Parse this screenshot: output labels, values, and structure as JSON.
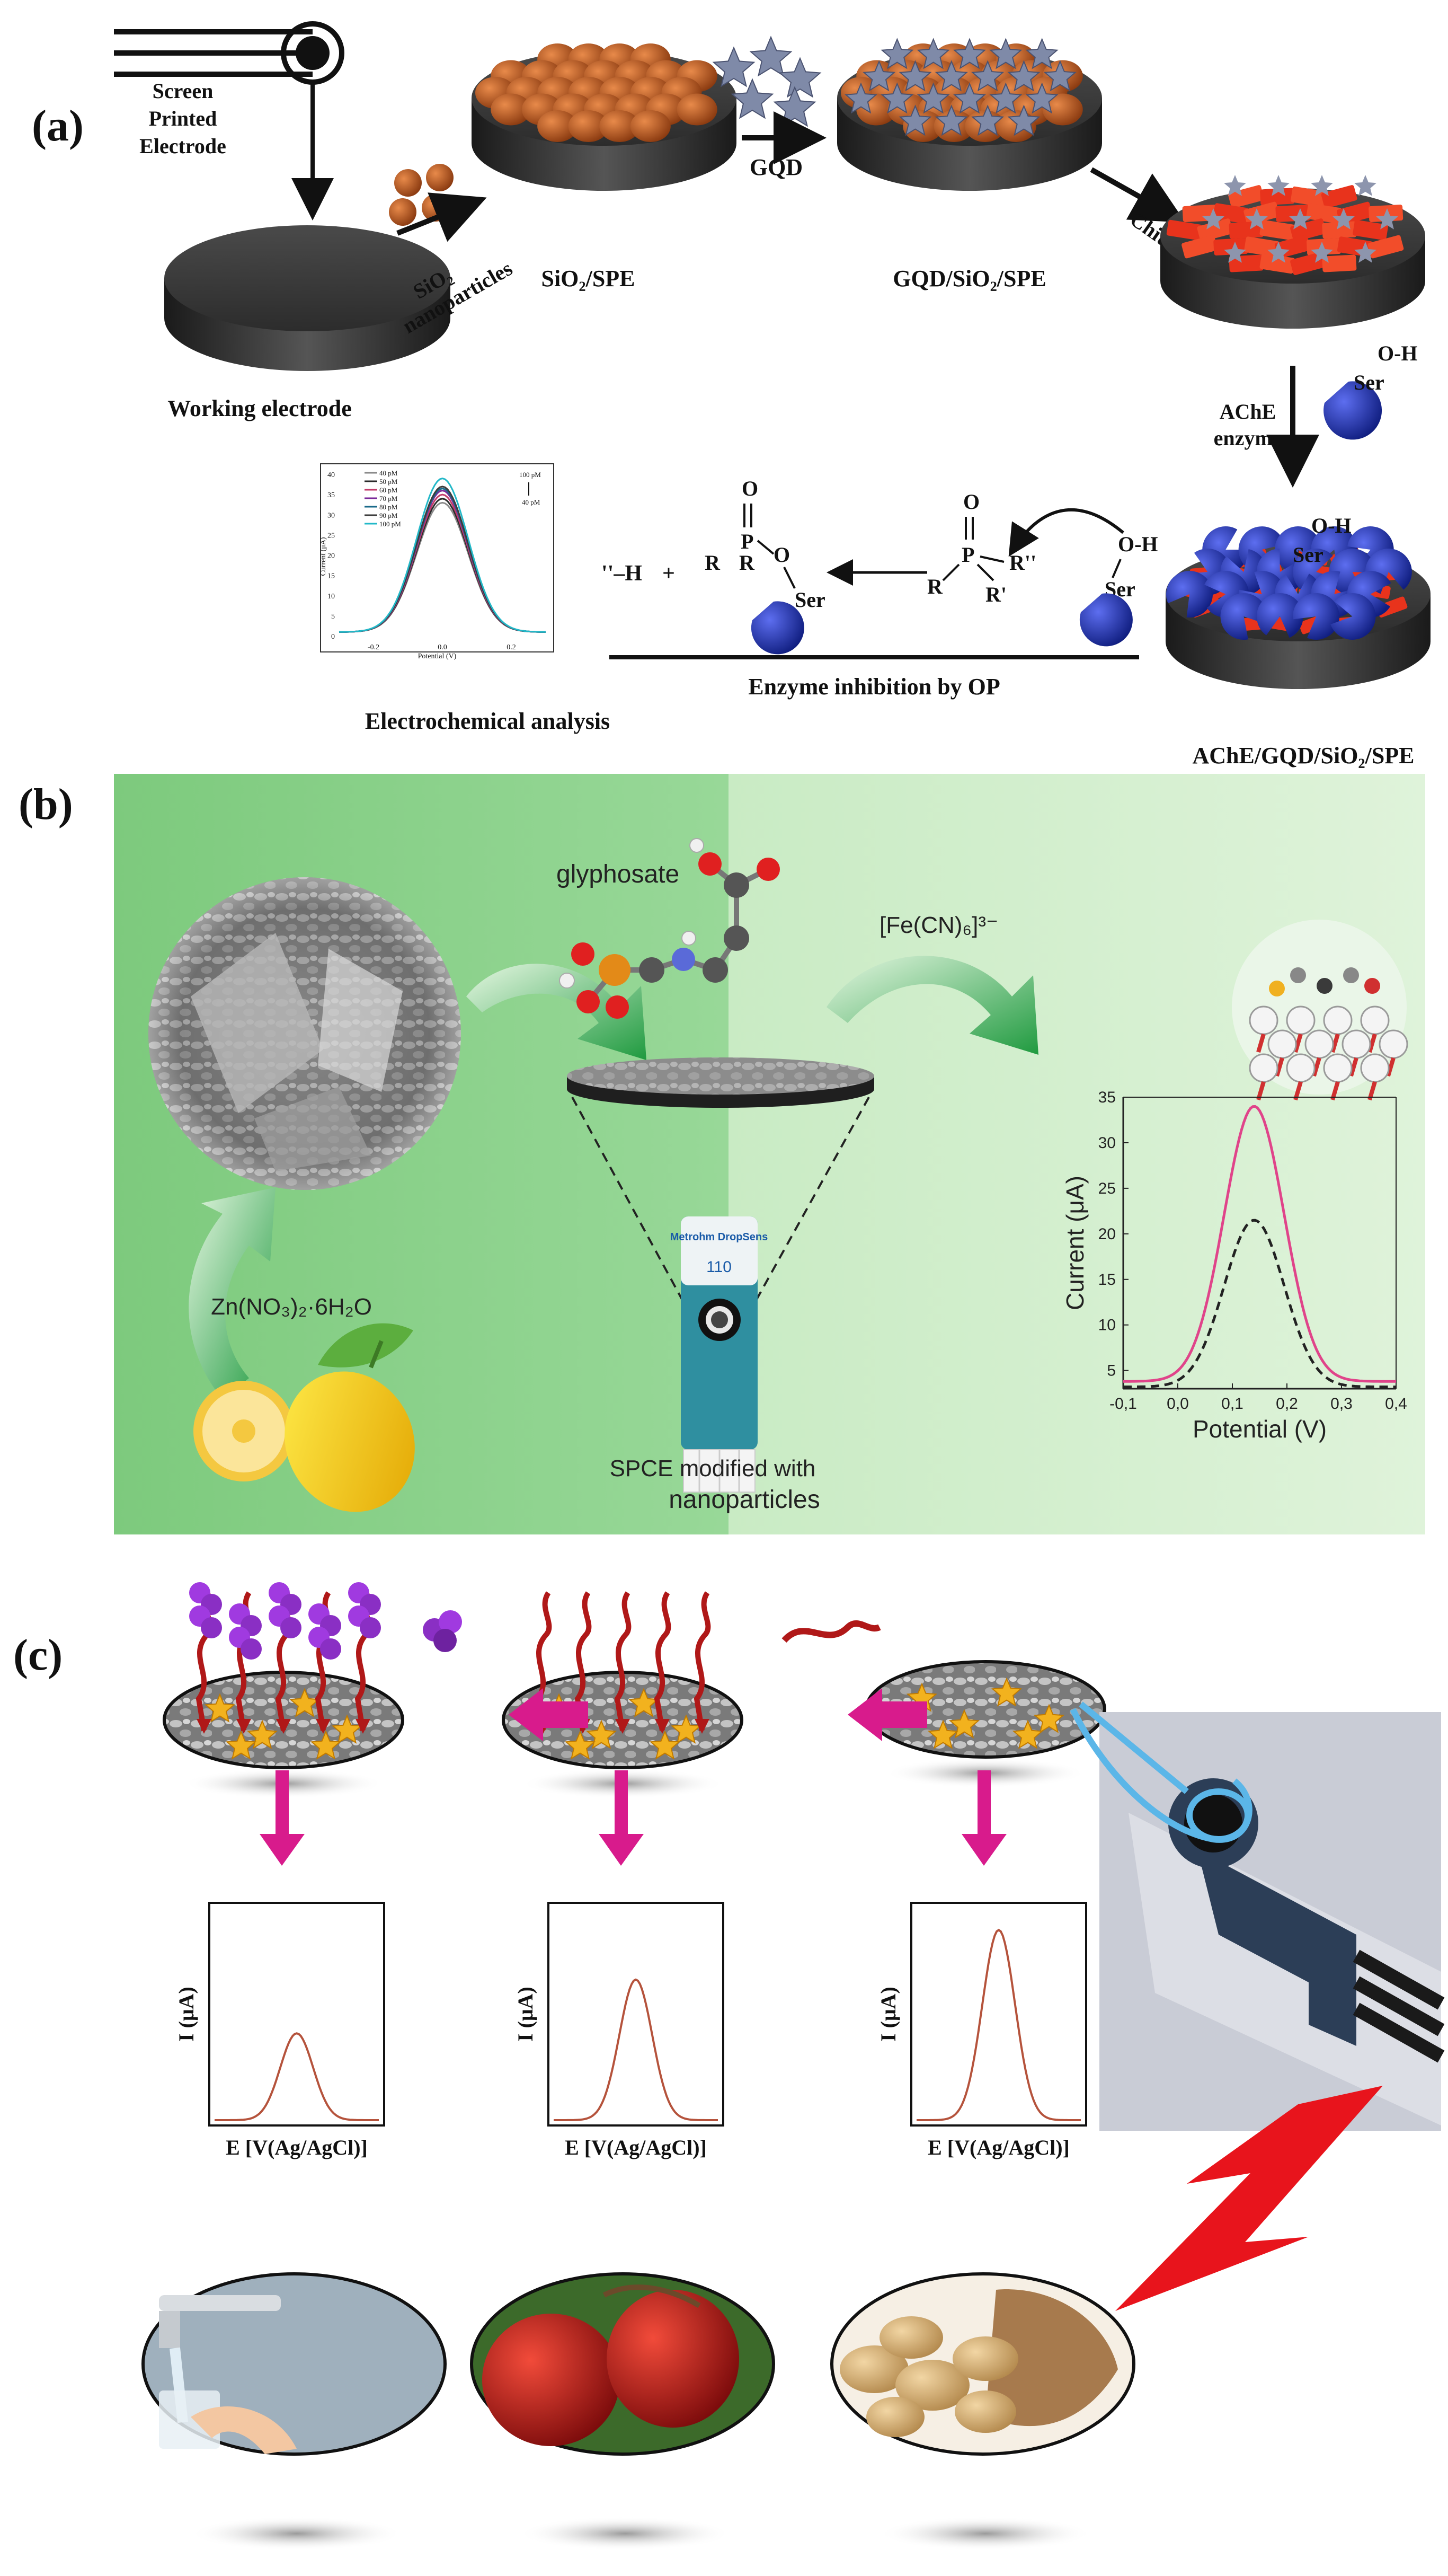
{
  "panel_a": {
    "label": "(a)",
    "screen_printed_electrode": [
      "Screen",
      "Printed",
      "Electrode"
    ],
    "working_electrode": "Working electrode",
    "sio2_nanoparticles": [
      "SiO₂",
      "nanoparticles"
    ],
    "sio2_spe": "SiO₂/SPE",
    "gqd": "GQD",
    "gqd_sio2_spe": "GQD/SiO₂/SPE",
    "chitosan": "Chitosan",
    "ache_enzyme": [
      "AChE",
      "enzyme"
    ],
    "oh": "O-H",
    "ser": "Ser",
    "ache_gqd_sio2_spe": "AChE/GQD/SiO₂/SPE",
    "enzyme_inhibition": "Enzyme inhibition by OP",
    "electrochemical_analysis": "Electrochemical analysis",
    "reaction": {
      "o": "O",
      "p": "P",
      "r": "R",
      "r_prime": "R'",
      "r_double_prime": "R''",
      "h_term": "''–H",
      "plus": "+"
    },
    "mini_chart": {
      "legend": [
        "40 pM",
        "50 pM",
        "60 pM",
        "70 pM",
        "80 pM",
        "90 pM",
        "100 pM"
      ],
      "arrow_top": "100 pM",
      "arrow_bottom": "40 pM",
      "xlabel": "Potential (V)",
      "ylabel": "Current (μA)",
      "xticks": [
        "-0.2",
        "0.0",
        "0.2"
      ],
      "yticks": [
        "0",
        "5",
        "10",
        "15",
        "20",
        "25",
        "30",
        "35",
        "40"
      ]
    }
  },
  "panel_b": {
    "label": "(b)",
    "glyphosate": "glyphosate",
    "ferricyanide": "[Fe(CN)₆]³⁻",
    "zinc_salt": "Zn(NO₃)₂·6H₂O",
    "spce_line1": "SPCE modified with",
    "spce_line2": "nanoparticles",
    "electrode_brand": "Metrohm DropSens",
    "electrode_number": "110"
  },
  "panel_c": {
    "label": "(c)",
    "ylabel": "I (μA)",
    "xlabel": "E [V(Ag/AgCl)]"
  },
  "colors": {
    "electrode_dark": "#3a3a3a",
    "sio2_orange": "#b8561c",
    "ache_blue": "#1f2fa8",
    "chitosan_red": "#e8331c",
    "panel_b_green": "#8fd08f",
    "panel_b_light": "#d6f0d2",
    "magenta_arrow": "#d81b8c",
    "curve_pink": "#e0448a",
    "curve_brown": "#b5533c",
    "lightning_red": "#e8141c"
  },
  "chart_data": [
    {
      "type": "line",
      "xlabel": "Potential (V)",
      "ylabel": "Current (μA)",
      "xlim": [
        -0.3,
        0.3
      ],
      "ylim": [
        0,
        40
      ],
      "series": [
        {
          "name": "40 pM",
          "peak": 33
        },
        {
          "name": "50 pM",
          "peak": 34
        },
        {
          "name": "60 pM",
          "peak": 35
        },
        {
          "name": "70 pM",
          "peak": 36
        },
        {
          "name": "80 pM",
          "peak": 36.5
        },
        {
          "name": "90 pM",
          "peak": 37
        },
        {
          "name": "100 pM",
          "peak": 39
        }
      ]
    },
    {
      "type": "line",
      "xlabel": "Potential (V)",
      "ylabel": "Current (μA)",
      "xlim": [
        -0.1,
        0.4
      ],
      "ylim": [
        3,
        35
      ],
      "xticks": [
        "-0,1",
        "0,0",
        "0,1",
        "0,2",
        "0,3",
        "0,4"
      ],
      "yticks": [
        "5",
        "10",
        "15",
        "20",
        "25",
        "30",
        "35"
      ],
      "series": [
        {
          "style": "solid",
          "color": "#e0448a",
          "peak_x": 0.14,
          "peak_y": 34,
          "base": 3.8
        },
        {
          "style": "dashed",
          "color": "#222222",
          "peak_x": 0.14,
          "peak_y": 21.5,
          "base": 3.2
        }
      ]
    },
    {
      "type": "line",
      "xlabel": "E [V(Ag/AgCl)]",
      "ylabel": "I (μA)",
      "panels": [
        {
          "peak_relative": 0.42
        },
        {
          "peak_relative": 0.68
        },
        {
          "peak_relative": 0.92
        }
      ]
    }
  ]
}
